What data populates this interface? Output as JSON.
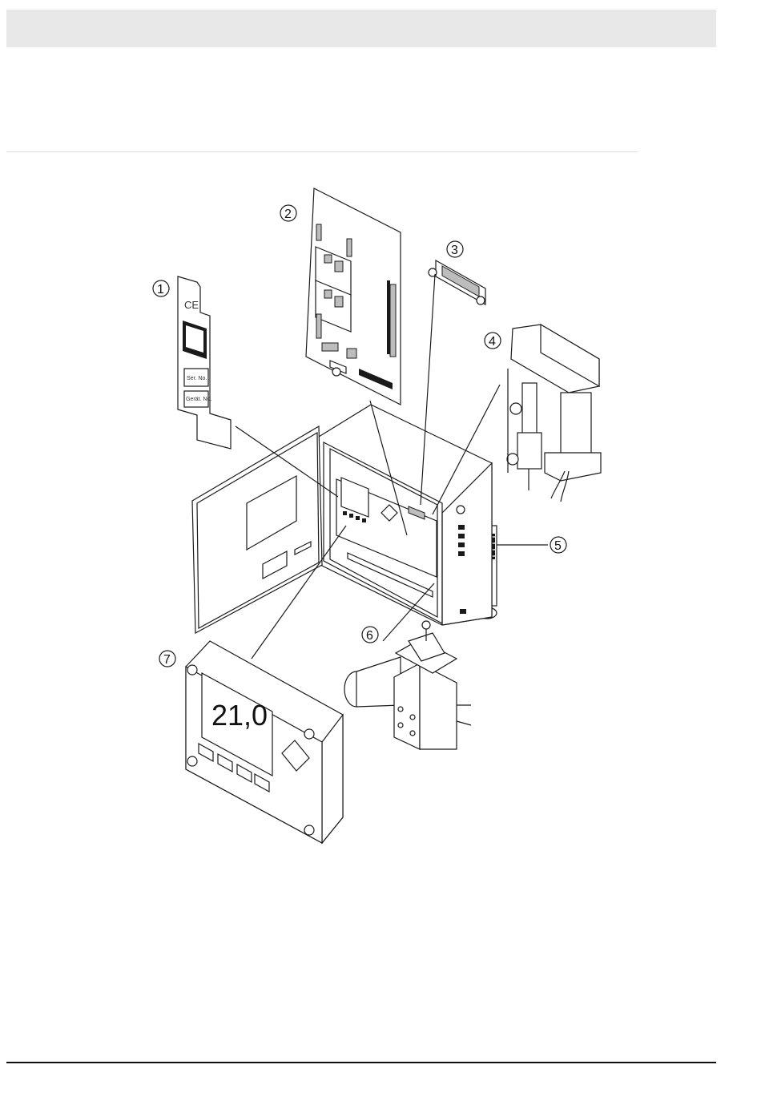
{
  "callouts": [
    {
      "label": "1"
    },
    {
      "label": "2"
    },
    {
      "label": "3"
    },
    {
      "label": "4"
    },
    {
      "label": "5"
    },
    {
      "label": "6"
    },
    {
      "label": "7"
    }
  ],
  "type_plate": {
    "mark": "CE",
    "serial_label": "Ser. No.",
    "device_label": "Gerät. No."
  },
  "display_unit": {
    "value": "21,0"
  }
}
